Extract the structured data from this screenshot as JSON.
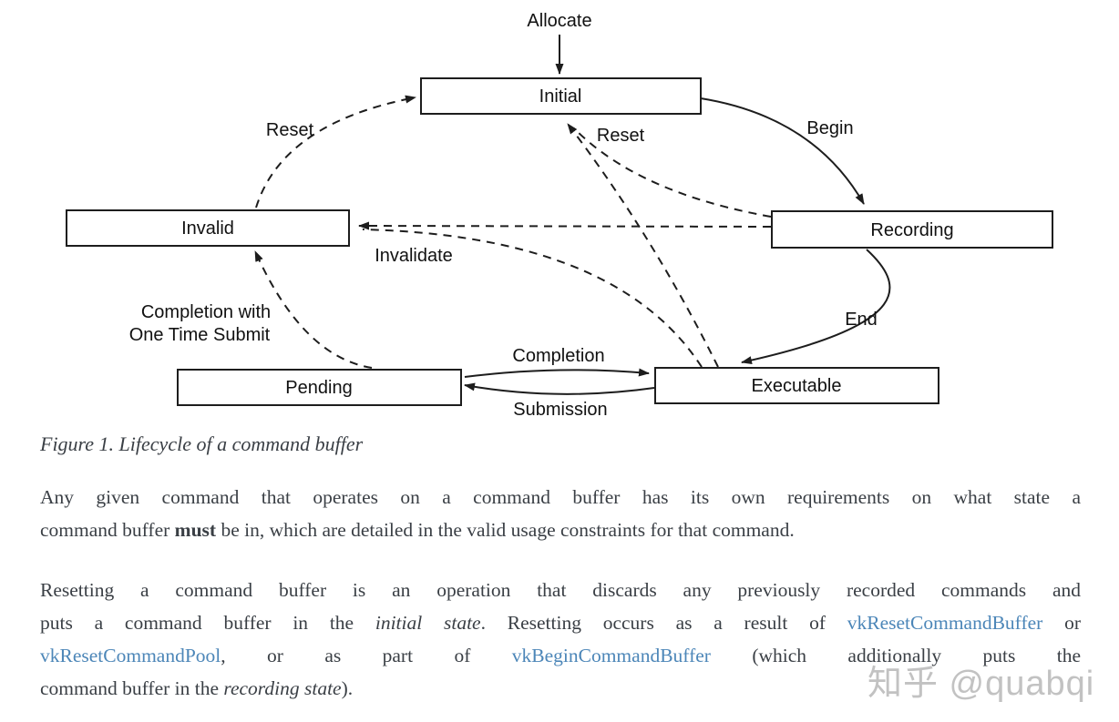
{
  "colors": {
    "line": "#1d1d1d",
    "text": "#3a3f45",
    "link": "#4c86b8",
    "watermark": "#c2c2c2"
  },
  "diagram": {
    "title": "Lifecycle of a command buffer",
    "boxes": {
      "initial": "Initial",
      "recording": "Recording",
      "invalid": "Invalid",
      "pending": "Pending",
      "executable": "Executable"
    },
    "labels": {
      "allocate": "Allocate",
      "begin": "Begin",
      "end": "End",
      "reset_left": "Reset",
      "reset_right": "Reset",
      "invalidate": "Invalidate",
      "completion": "Completion",
      "submission": "Submission",
      "cwots_line1": "Completion with",
      "cwots_line2": "One Time Submit"
    }
  },
  "caption": "Figure 1. Lifecycle of a command buffer",
  "para1": {
    "lines": [
      [
        {
          "t": "Any given command that operates on a command buffer has its own requirements on what state a",
          "s": "plain"
        }
      ],
      [
        {
          "t": "command buffer ",
          "s": "plain"
        },
        {
          "t": "must",
          "s": "bold"
        },
        {
          "t": " be in, which are detailed in the valid usage constraints for that command.",
          "s": "plain"
        }
      ]
    ]
  },
  "para2": {
    "lines": [
      [
        {
          "t": "Resetting a command buffer is an operation that discards any previously recorded commands and",
          "s": "plain"
        }
      ],
      [
        {
          "t": "puts a command buffer in the ",
          "s": "plain"
        },
        {
          "t": "initial state",
          "s": "italic"
        },
        {
          "t": ". Resetting occurs as a result of ",
          "s": "plain"
        },
        {
          "t": "vkResetCommandBuffer",
          "s": "link",
          "n": "vkResetCommandBuffer-link"
        },
        {
          "t": " or",
          "s": "plain"
        }
      ],
      [
        {
          "t": "vkResetCommandPool",
          "s": "link",
          "n": "vkResetCommandPool-link"
        },
        {
          "t": ", or as part of ",
          "s": "plain"
        },
        {
          "t": "vkBeginCommandBuffer",
          "s": "link",
          "n": "vkBeginCommandBuffer-link"
        },
        {
          "t": " (which additionally puts the",
          "s": "plain"
        }
      ],
      [
        {
          "t": "command buffer in the ",
          "s": "plain"
        },
        {
          "t": "recording state",
          "s": "italic"
        },
        {
          "t": ").",
          "s": "plain"
        }
      ]
    ]
  },
  "watermark": "知乎 @quabqi"
}
